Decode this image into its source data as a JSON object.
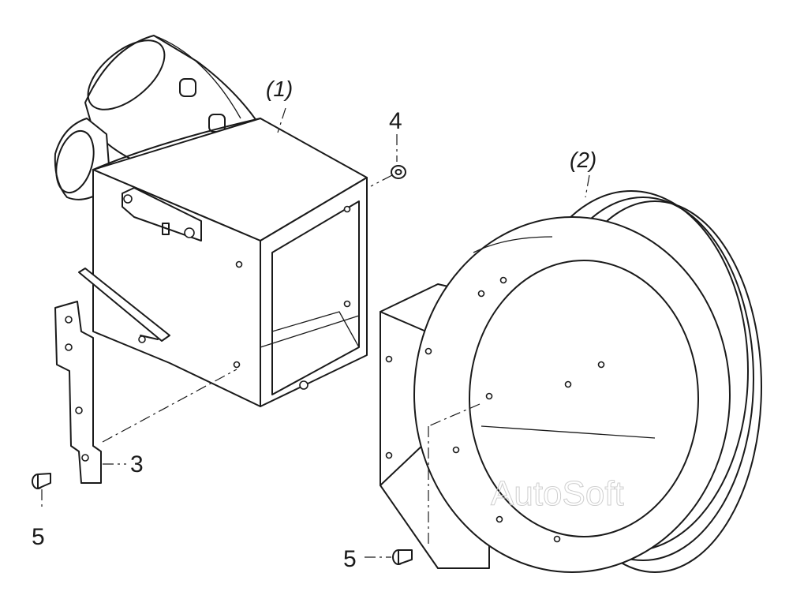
{
  "callouts": {
    "part1": "(1)",
    "part2": "(2)",
    "part3": "3",
    "part4": "4",
    "part5_left": "5",
    "part5_bottom": "5"
  },
  "watermark": "AutoSoft"
}
